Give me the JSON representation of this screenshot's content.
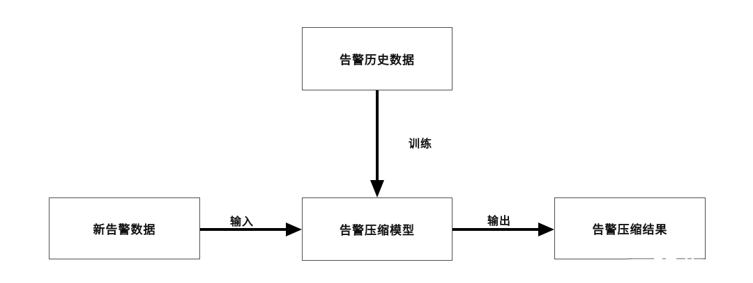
{
  "diagram": {
    "title": "alert-compression-flow",
    "boxes": [
      {
        "id": "history",
        "label": "告警历史数据"
      },
      {
        "id": "new",
        "label": "新告警数据"
      },
      {
        "id": "model",
        "label": "告警压缩模型"
      },
      {
        "id": "result",
        "label": "告警压缩结果"
      }
    ],
    "edges": [
      {
        "from": "history",
        "to": "model",
        "label": "训练"
      },
      {
        "from": "new",
        "to": "model",
        "label": "输入"
      },
      {
        "from": "model",
        "to": "result",
        "label": "输出"
      }
    ],
    "colors": {
      "background": "#ffffff",
      "box_border": "#4f4f4f",
      "arrow": "#000000",
      "text": "#111111"
    }
  }
}
